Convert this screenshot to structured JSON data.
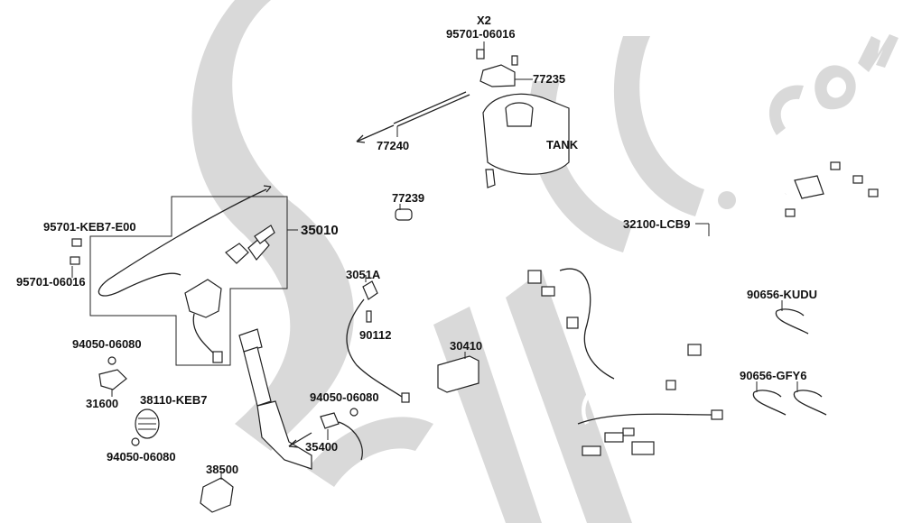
{
  "diagram": {
    "watermark": "PARTSSS.COM",
    "colors": {
      "watermark": "#d9d9d9",
      "ink": "#111111",
      "background": "#ffffff"
    },
    "labels": {
      "x2": "X2",
      "bolt_top": "95701-06016",
      "bracket": "77235",
      "cable": "77240",
      "tank": "TANK",
      "lock": "77239",
      "ignition_set": "35010",
      "bolt_keb7": "95701-KEB7-E00",
      "bolt_left": "95701-06016",
      "sensor": "3051A",
      "screw": "90112",
      "harness": "32100-LCB9",
      "band_kudu": "90656-KUDU",
      "band_gfy6": "90656-GFY6",
      "cdi": "30410",
      "nut_upper": "94050-06080",
      "relay": "31600",
      "horn": "38110-KEB7",
      "nut_lower": "94050-06080",
      "nut_mid": "94050-06080",
      "stand_switch": "35400",
      "regulator": "38500"
    }
  }
}
